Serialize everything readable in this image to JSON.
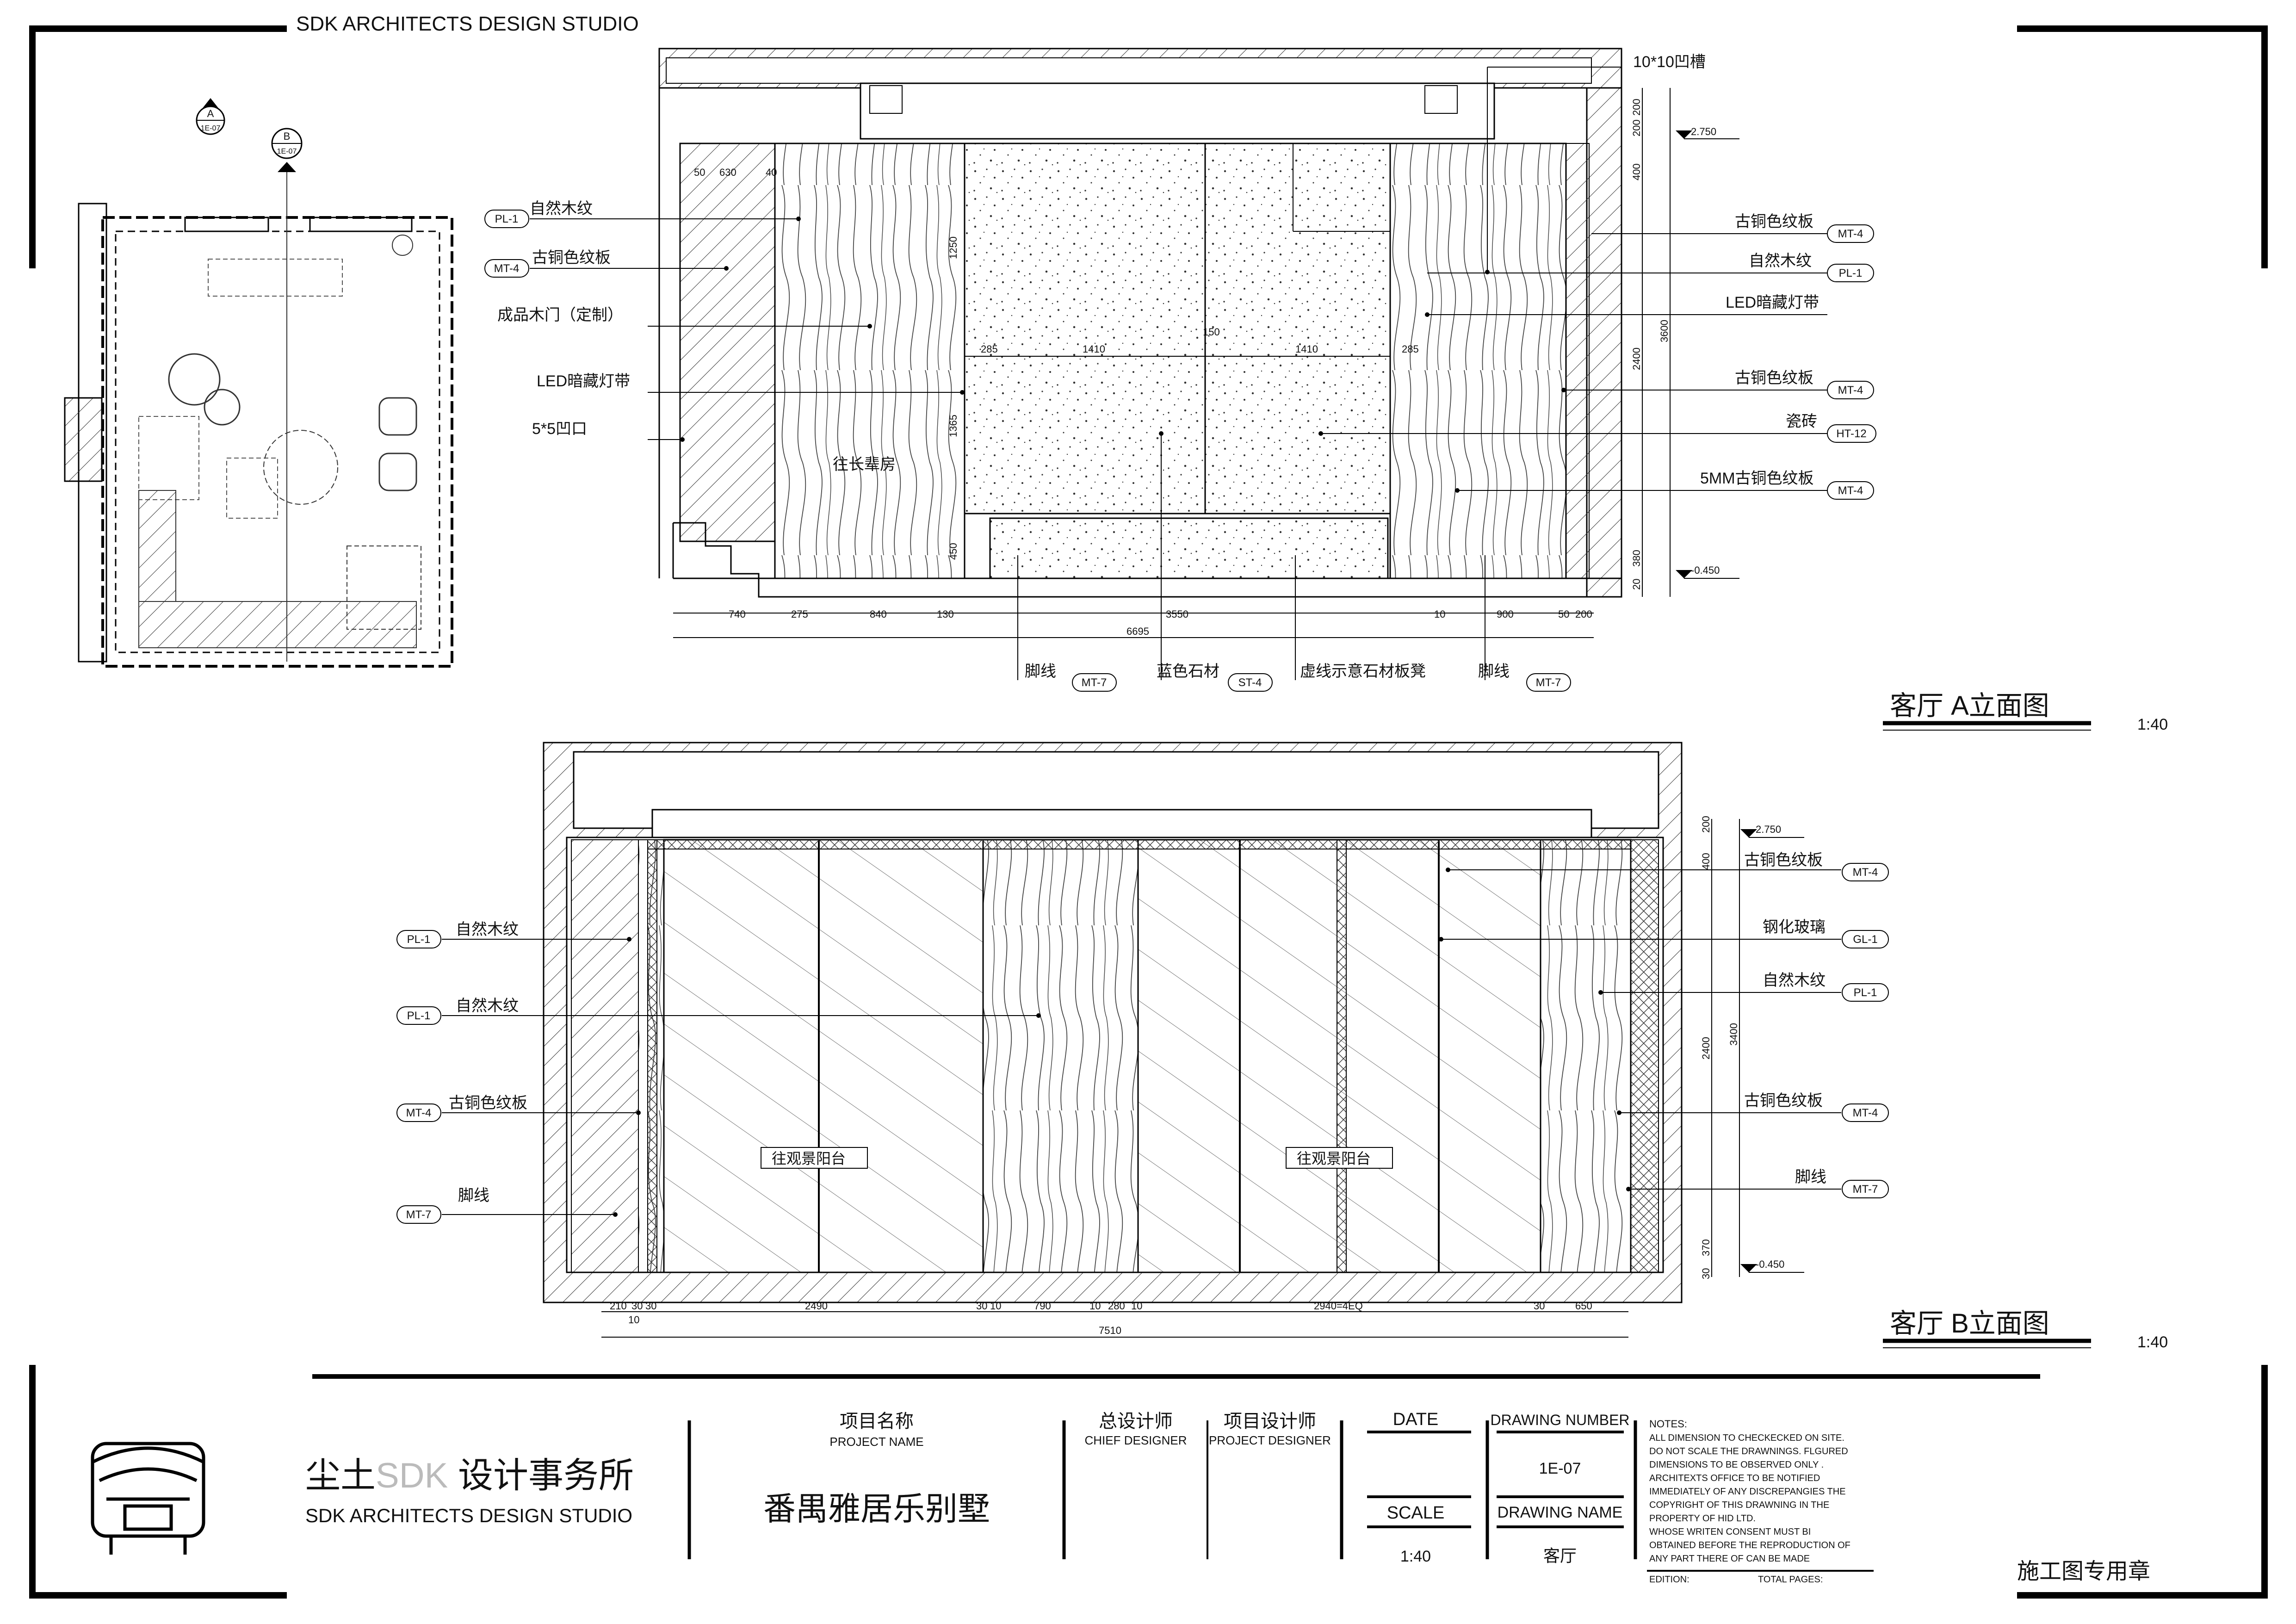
{
  "header": {
    "studio": "SDK ARCHITECTS DESIGN STUDIO"
  },
  "plan": {
    "marker_a_letter": "A",
    "marker_a_ref": "1E-07",
    "marker_b_letter": "B",
    "marker_b_ref": "1E-07"
  },
  "elevation_a": {
    "title": "客厅 A立面图",
    "scale": "1:40",
    "left_labels": [
      {
        "text": "自然木纹",
        "tag": "PL-1"
      },
      {
        "text": "古铜色纹板",
        "tag": "MT-4"
      },
      {
        "text": "成品木门（定制）",
        "tag": ""
      },
      {
        "text": "LED暗藏灯带",
        "tag": ""
      },
      {
        "text": "5*5凹口",
        "tag": ""
      }
    ],
    "right_labels": [
      {
        "text": "10*10凹槽",
        "tag": ""
      },
      {
        "text": "古铜色纹板",
        "tag": "MT-4"
      },
      {
        "text": "自然木纹",
        "tag": "PL-1"
      },
      {
        "text": "LED暗藏灯带",
        "tag": ""
      },
      {
        "text": "古铜色纹板",
        "tag": "MT-4"
      },
      {
        "text": "瓷砖",
        "tag": "HT-12"
      },
      {
        "text": "5MM古铜色纹板",
        "tag": "MT-4"
      }
    ],
    "bottom_labels": [
      {
        "text": "脚线",
        "tag": "MT-7"
      },
      {
        "text": "蓝色石材",
        "tag": "ST-4"
      },
      {
        "text": "虚线示意石材板凳",
        "tag": ""
      },
      {
        "text": "脚线",
        "tag": "MT-7"
      }
    ],
    "inner_text": "往长辈房",
    "level_top": "2.750",
    "level_bottom": "-0.450",
    "dims_bottom": [
      "740",
      "275",
      "840",
      "130",
      "3550",
      "10",
      "900",
      "50",
      "200"
    ],
    "dim_total": "6695",
    "dims_inner": [
      "285",
      "1410",
      "150",
      "1410",
      "285"
    ],
    "dims_vertical": [
      "200",
      "200",
      "400",
      "2400",
      "3600",
      "380",
      "20"
    ],
    "dims_top": [
      "50",
      "630",
      "40"
    ],
    "dims_v_inner": [
      "1250",
      "1365",
      "450"
    ]
  },
  "elevation_b": {
    "title": "客厅 B立面图",
    "scale": "1:40",
    "left_labels": [
      {
        "text": "自然木纹",
        "tag": "PL-1"
      },
      {
        "text": "自然木纹",
        "tag": "PL-1"
      },
      {
        "text": "古铜色纹板",
        "tag": "MT-4"
      },
      {
        "text": "脚线",
        "tag": "MT-7"
      }
    ],
    "right_labels": [
      {
        "text": "古铜色纹板",
        "tag": "MT-4"
      },
      {
        "text": "钢化玻璃",
        "tag": "GL-1"
      },
      {
        "text": "自然木纹",
        "tag": "PL-1"
      },
      {
        "text": "古铜色纹板",
        "tag": "MT-4"
      },
      {
        "text": "脚线",
        "tag": "MT-7"
      }
    ],
    "inner_left": "往观景阳台",
    "inner_right": "往观景阳台",
    "level_top": "2.750",
    "level_bottom": "-0.450",
    "dims_bottom": [
      "210",
      "30",
      "30",
      "2490",
      "30",
      "10",
      "790",
      "10",
      "280",
      "10",
      "2940=4EQ",
      "30",
      "650"
    ],
    "dim_sub": "10",
    "dim_total": "7510",
    "dims_vertical": [
      "200",
      "400",
      "2400",
      "3400",
      "370",
      "30"
    ]
  },
  "title_block": {
    "company_cn_a": "尘土",
    "company_cn_b": "SDK",
    "company_cn_c": "设计事务所",
    "company_en": "SDK ARCHITECTS DESIGN STUDIO",
    "project_name_label": "项目名称",
    "project_name_label_en": "PROJECT NAME",
    "project_name": "番禺雅居乐别墅",
    "chief_designer_label": "总设计师",
    "chief_designer_label_en": "CHIEF DESIGNER",
    "project_designer_label": "项目设计师",
    "project_designer_label_en": "PROJECT DESIGNER",
    "date_label": "DATE",
    "scale_label": "SCALE",
    "scale_value": "1:40",
    "drawing_number_label": "DRAWING NUMBER",
    "drawing_number": "1E-07",
    "drawing_name_label": "DRAWING NAME",
    "drawing_name": "客厅",
    "notes": [
      "NOTES:",
      "ALL DIMENSION TO CHECKECKED ON SITE.",
      "DO NOT SCALE THE DRAWNINGS. FLGURED",
      "DIMENSIONS TO BE OBSERVED ONLY .",
      "ARCHITEXTS OFFICE TO BE NOTIFIED",
      "IMMEDIATELY OF ANY DISCREPANGIES THE",
      "COPYRIGHT OF THIS DRAWNING IN THE",
      "PROPERTY OF HID LTD.",
      "WHOSE WRITEN CONSENT MUST BI",
      "OBTAINED BEFORE THE REPRODUCTION OF",
      "ANY PART THERE OF CAN BE MADE"
    ],
    "edition_label": "EDITION:",
    "total_pages_label": "TOTAL PAGES:",
    "stamp_label": "施工图专用章"
  }
}
